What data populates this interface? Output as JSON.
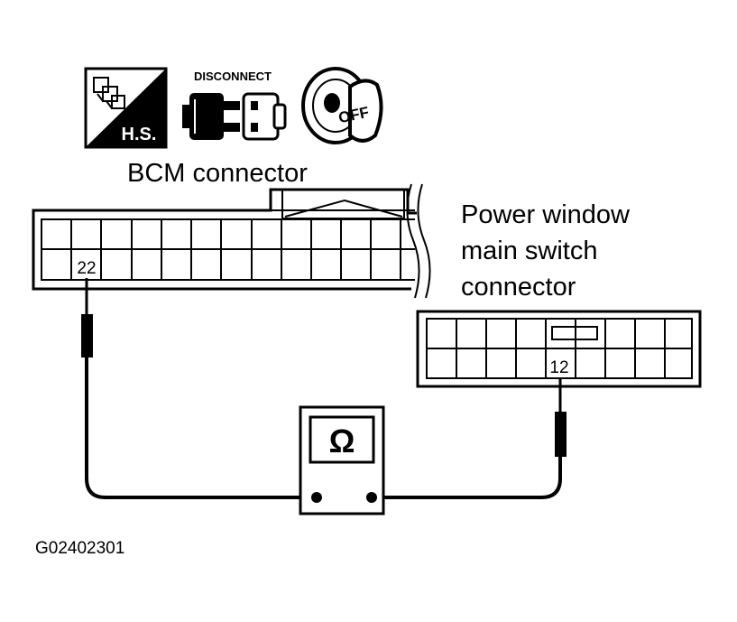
{
  "icons": {
    "harness_icon_text": "H.S.",
    "disconnect_label": "DISCONNECT",
    "ignition_off_text": "OFF"
  },
  "bcm_connector": {
    "label": "BCM connector",
    "terminal": "22"
  },
  "power_window_connector": {
    "label_lines": [
      "Power window",
      "main switch",
      "connector"
    ],
    "terminal": "12"
  },
  "meter": {
    "symbol": "Ω"
  },
  "figure_code": "G02402301",
  "colors": {
    "ink": "#000000",
    "paper": "#ffffff"
  }
}
